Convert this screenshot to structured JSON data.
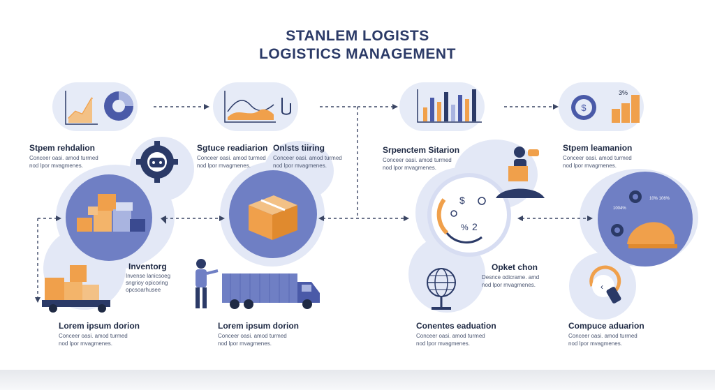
{
  "title_line1": "STANLEM LOGISTS",
  "title_line2": "LOGISTICS MANAGEMENT",
  "top_row": {
    "stage1": {
      "title": "Stpem rehdalion",
      "desc1": "Conceer oasi. amod turmed",
      "desc2": "nod lpor mvagmenes."
    },
    "stage2": {
      "title": "Sgtuce readiarion",
      "desc1": "Conceer oasi. amod turmed",
      "desc2": "nod lpor mvagmenes."
    },
    "stage2b": {
      "title": "Onlsts tiiring",
      "desc1": "Conceer oasi. amod turmed",
      "desc2": "nod lpor mvagmenes."
    },
    "stage3": {
      "title": "Srpenctem Sitarion",
      "desc1": "Conceer oasi. amod turmed",
      "desc2": "nod lpor mvagmenes."
    },
    "stage4": {
      "title": "Stpem leamanion",
      "desc1": "Conceer oasi. amod turmed",
      "desc2": "nod lpor mvagmenes."
    }
  },
  "middle": {
    "inventory": {
      "title": "Inventorg",
      "desc1": "Invense lanicsoeg",
      "desc2": "sngrioy opicoring",
      "desc3": "opcsoarhusee"
    },
    "opkhet": {
      "title": "Opket chon",
      "desc1": "Desnce odicrame. amd",
      "desc2": "nod lpor mvagmenes."
    },
    "pct_label": "3%"
  },
  "bottom_row": {
    "b1": {
      "title": "Lorem ipsum dorion",
      "desc1": "Conceer oasi. amod turmed",
      "desc2": "nod lpor mvagmenes."
    },
    "b2": {
      "title": "Lorem ipsum dorion",
      "desc1": "Conceer oasi. amod turmed",
      "desc2": "nod lpor mvagmenes."
    },
    "b3": {
      "title": "Conentes eaduation",
      "desc1": "Conceer oasi. amod turmed",
      "desc2": "nod lpor mvagmenes."
    },
    "b4": {
      "title": "Compuce aduarion",
      "desc1": "Conceer oasi. amod turmed",
      "desc2": "nod lpor mvagmenes."
    }
  },
  "colors": {
    "navy": "#2b3a67",
    "accent_orange": "#f0a04b",
    "blue": "#6f7fc4",
    "light_blue": "#e3e8f6"
  }
}
